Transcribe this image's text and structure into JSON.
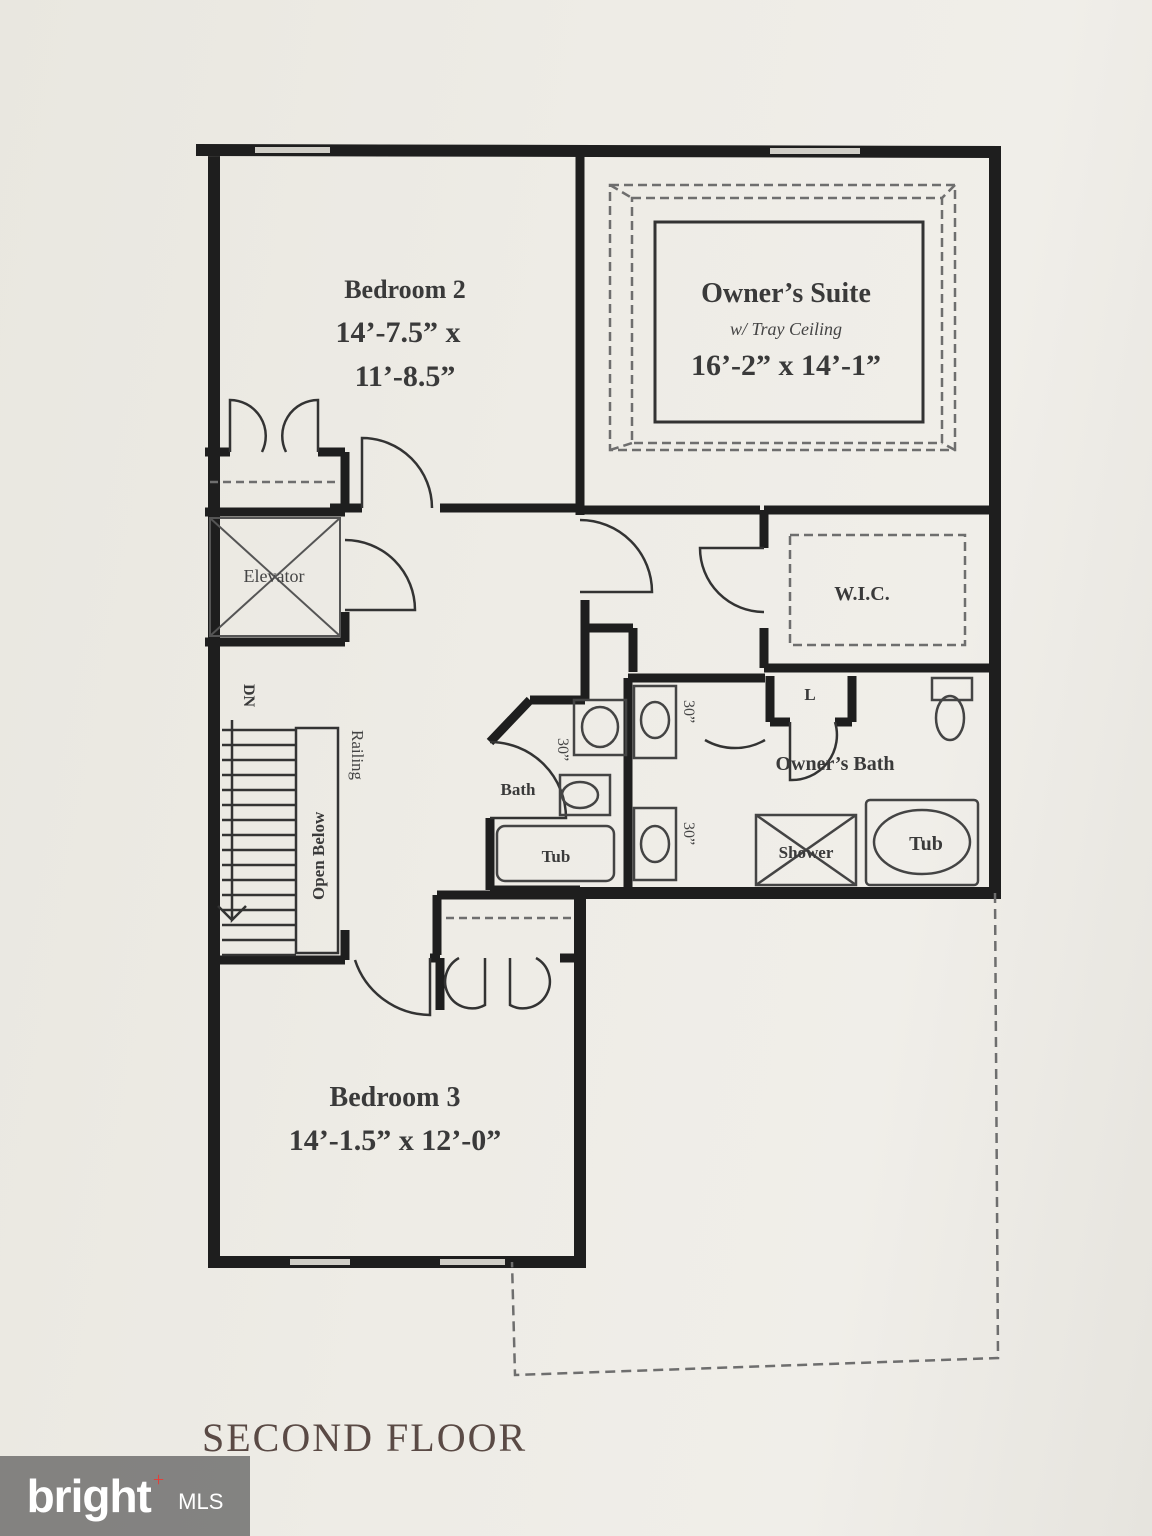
{
  "floor_title": "SECOND FLOOR",
  "rooms": {
    "bedroom2": {
      "name": "Bedroom 2",
      "dim1": "14’-7.5” x",
      "dim2": "11’-8.5”"
    },
    "owners_suite": {
      "name": "Owner’s Suite",
      "note": "w/ Tray Ceiling",
      "dims": "16’-2” x 14’-1”"
    },
    "elevator": "Elevator",
    "wic": "W.I.C.",
    "bath": "Bath",
    "tub1": "Tub",
    "owners_bath": "Owner’s Bath",
    "shower": "Shower",
    "tub2": "Tub",
    "linen": "L",
    "vanity1": "30”",
    "vanity2": "30”",
    "vanity3": "30”",
    "railing": "Railing",
    "open_below": "Open Below",
    "stair_dn": "DN",
    "bedroom3": {
      "name": "Bedroom 3",
      "dims": "14’-1.5” x 12’-0”"
    }
  },
  "watermark": {
    "brand": "bright",
    "suffix": "MLS"
  },
  "colors": {
    "wall": "#1e1e1e",
    "paper": "#ebe9e3",
    "dashed": "#777777",
    "title": "#5a4a45"
  }
}
